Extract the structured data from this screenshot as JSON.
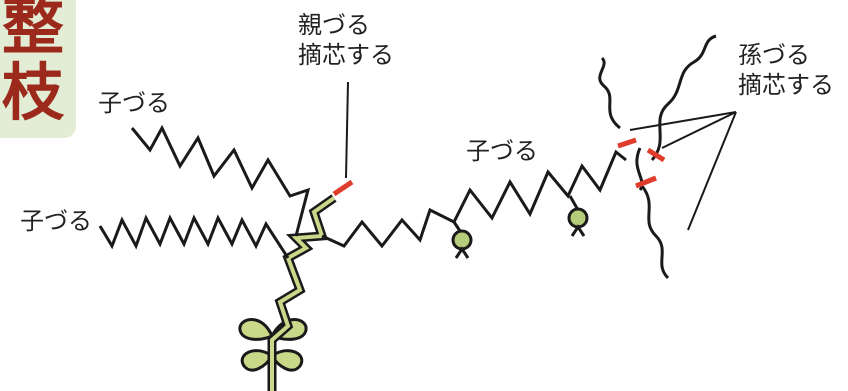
{
  "header": {
    "title": "整枝",
    "title_lines": [
      "整",
      "枝"
    ]
  },
  "labels": {
    "child_vine_upper": "子づる",
    "child_vine_left": "子づる",
    "child_vine_right": "子づる",
    "parent_vine_line1": "親づる",
    "parent_vine_line2": "摘芯する",
    "grandchild_vine_line1": "孫づる",
    "grandchild_vine_line2": "摘芯する"
  },
  "colors": {
    "vine": "#1a1a1a",
    "stem_fill": "#c9d889",
    "cut_mark": "#e03c2c",
    "fruit": "#b5cc7a",
    "tab_bg": "#e3ecd4",
    "tab_text": "#9b2a1c"
  }
}
